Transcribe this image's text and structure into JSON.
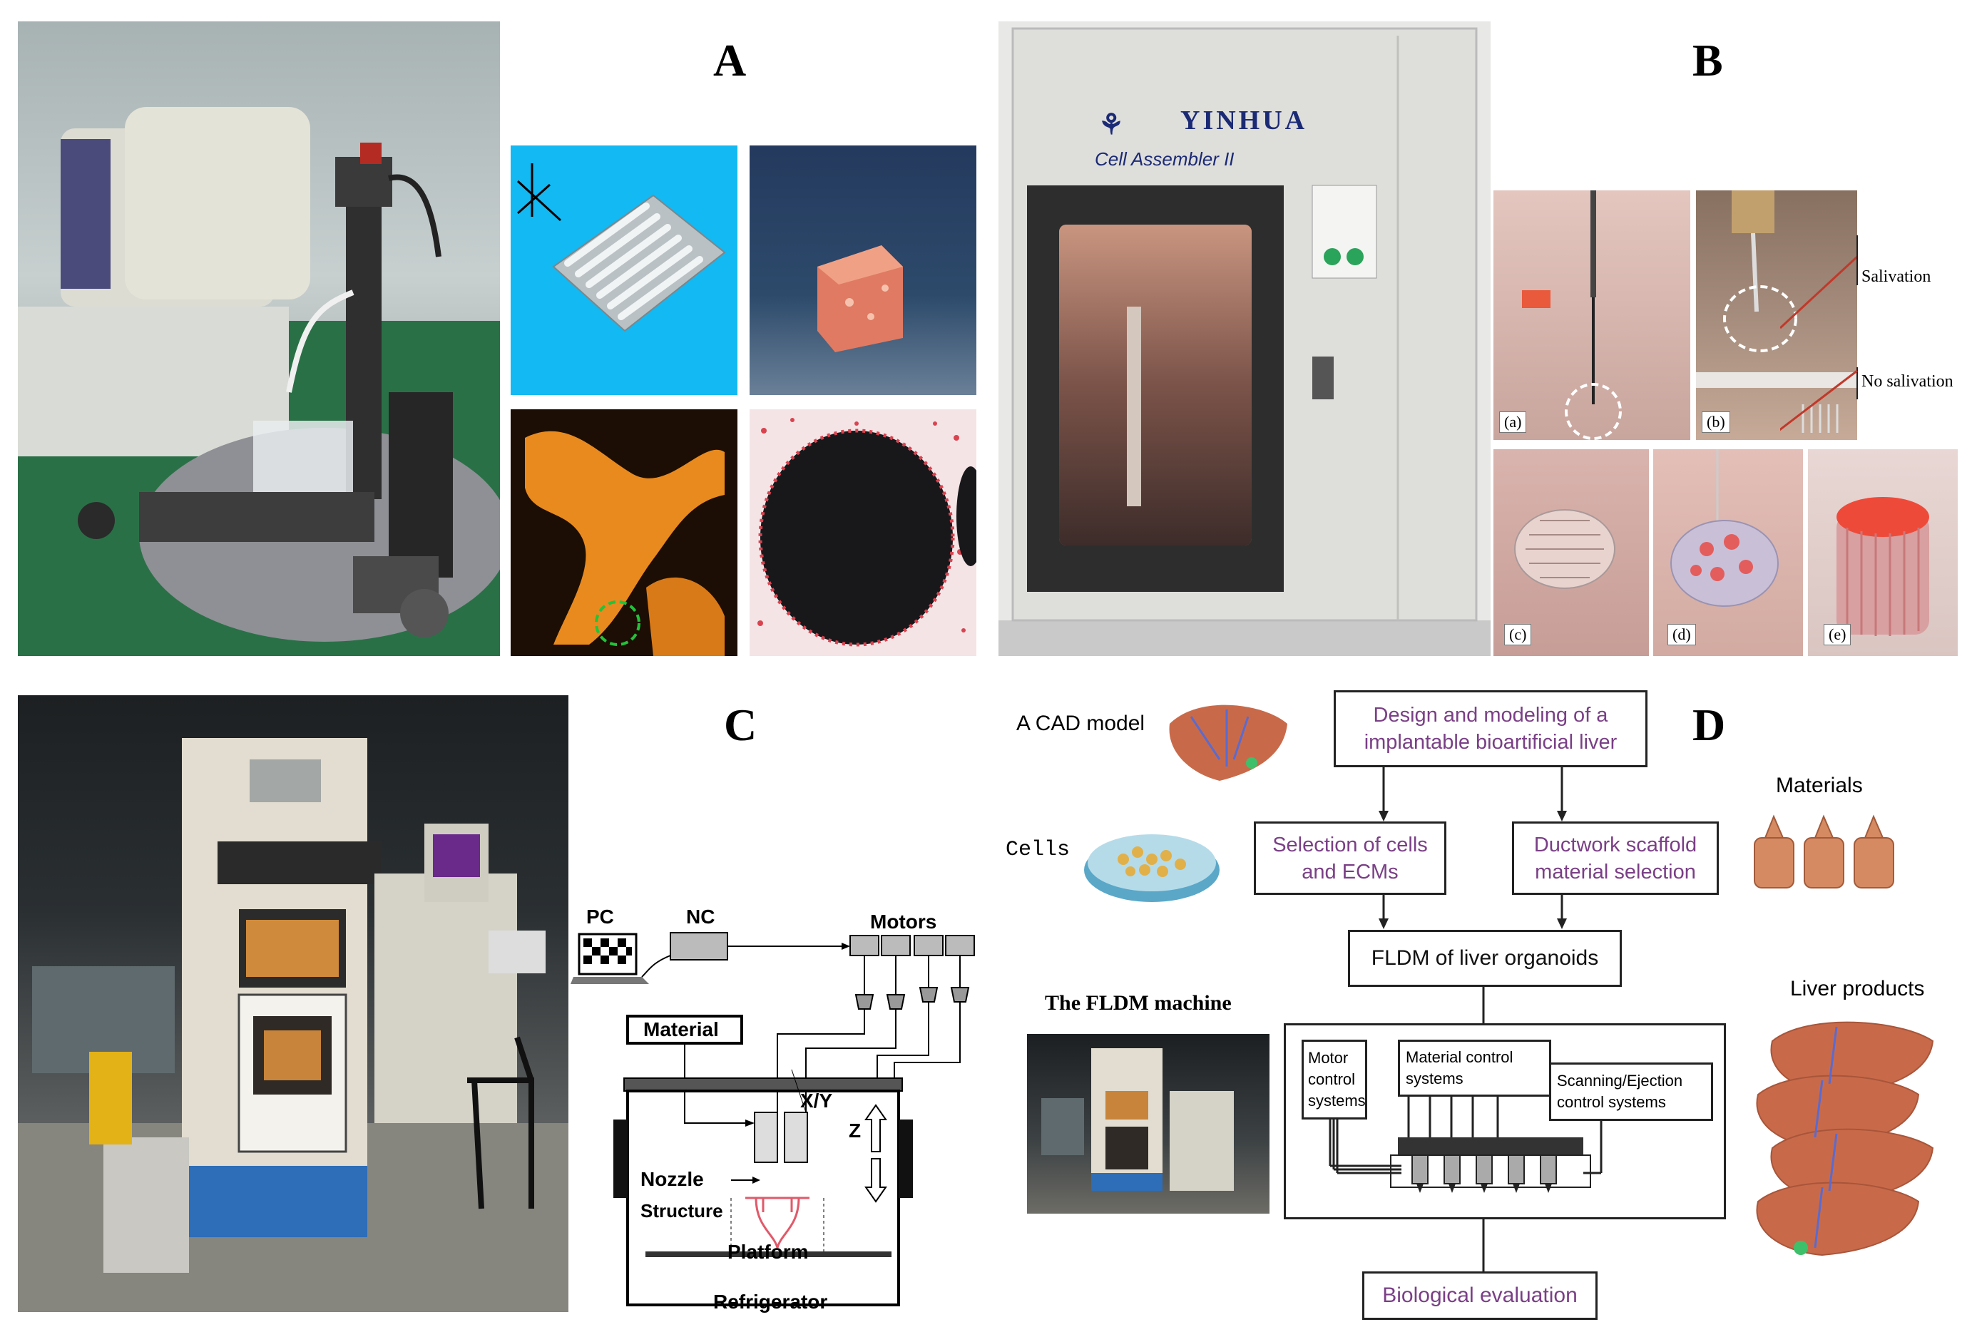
{
  "panels": {
    "a": {
      "letter": "A"
    },
    "b": {
      "letter": "B",
      "brand": "YINHUA",
      "model": "Cell Assembler II",
      "salivation_label": "Salivation",
      "no_salivation_label": "No salivation",
      "sub_labels": [
        "(a)",
        "(b)",
        "(c)",
        "(d)",
        "(e)"
      ]
    },
    "c": {
      "letter": "C",
      "schematic": {
        "pc": "PC",
        "nc": "NC",
        "motors": "Motors",
        "material": "Material",
        "xy": "X/Y",
        "z": "Z",
        "nozzle": "Nozzle",
        "structure": "Structure",
        "platform": "Platform",
        "refrigerator": "Refrigerator"
      }
    },
    "d": {
      "letter": "D",
      "cad_model_label": "A CAD model",
      "cells_label": "Cells",
      "materials_label": "Materials",
      "liver_products_label": "Liver products",
      "machine_label": "The FLDM machine",
      "flow": {
        "design": "Design and modeling of a implantable bioartificial liver",
        "selection_cells": "Selection of cells and ECMs",
        "ductwork": "Ductwork scaffold material selection",
        "fldm": "FLDM of liver organoids",
        "motor_control": "Motor control systems",
        "material_control": "Material control systems",
        "scanning": "Scanning/Ejection control systems",
        "evaluation": "Biological evaluation"
      }
    }
  },
  "colors": {
    "flow_text": "#7a3f86",
    "sky_blue": "#13b9f2",
    "tissue_red": "#e05a4a",
    "fluor_orange": "#e98a1f"
  }
}
